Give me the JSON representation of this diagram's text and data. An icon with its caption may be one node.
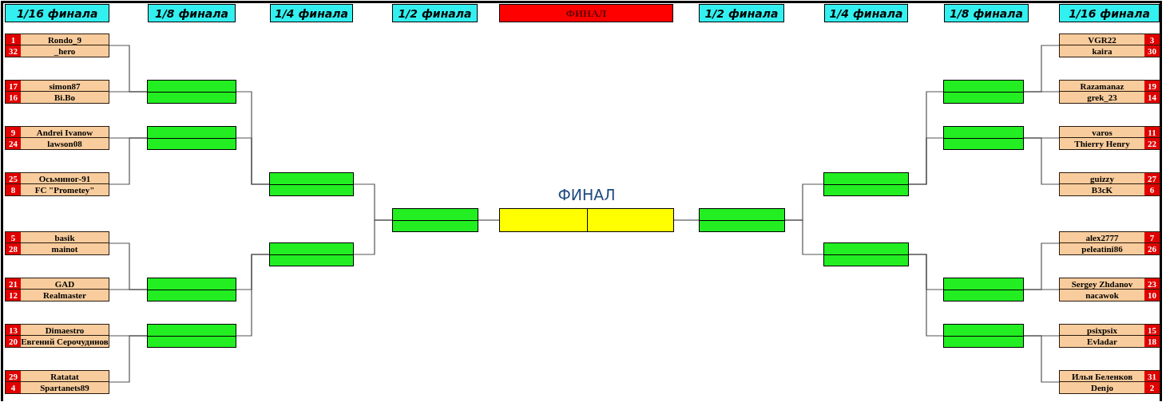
{
  "diagram": {
    "nodes": [
      {
        "text": [
          "1",
          "Rondo_9",
          "32",
          "_hero"
        ]
      },
      {
        "text": [
          "17",
          "simon87",
          "16",
          "Bi.Bo"
        ]
      },
      {
        "text": [
          "9",
          "Andrei Ivanow",
          "24",
          "lawson08"
        ]
      },
      {
        "text": [
          "25",
          "Осьминог-91",
          "8",
          "FC \"Prometey\""
        ]
      },
      {
        "text": [
          "5",
          "basik",
          "28",
          "mainot"
        ]
      },
      {
        "text": [
          "21",
          "GAD",
          "12",
          "Realmaster"
        ]
      },
      {
        "text": [
          "13",
          "Dimaestro",
          "20",
          "Евгений Серочудинов"
        ]
      },
      {
        "text": [
          "29",
          "Ratatat",
          "4",
          "Spartanets89"
        ]
      },
      {
        "text": [],
        "shape": "box"
      },
      {
        "text": [],
        "shape": "box"
      },
      {
        "text": [],
        "shape": "box"
      },
      {
        "text": [],
        "shape": "box"
      },
      {
        "text": [],
        "shape": "box"
      },
      {
        "text": [],
        "shape": "box"
      },
      {
        "text": [],
        "shape": "box"
      },
      {
        "text": [
          "ФИНАЛ"
        ]
      },
      {
        "text": [],
        "shape": "box"
      },
      {
        "text": [],
        "shape": "box"
      },
      {
        "text": [],
        "shape": "box"
      },
      {
        "text": [],
        "shape": "box"
      },
      {
        "text": [],
        "shape": "box"
      },
      {
        "text": [],
        "shape": "box"
      },
      {
        "text": [],
        "shape": "box"
      },
      {
        "text": [
          "VGR22",
          "3",
          "kaira",
          "30"
        ]
      },
      {
        "text": [
          "Razamanaz",
          "19",
          "grek_23",
          "14"
        ]
      },
      {
        "text": [
          "varos",
          "11",
          "Thierry Henry",
          "22"
        ]
      },
      {
        "text": [
          "guizzy",
          "27",
          "B3cK",
          "6"
        ]
      },
      {
        "text": [
          "alex2777",
          "7",
          "peleatini86",
          "26"
        ]
      },
      {
        "text": [
          "Sergey Zhdanov",
          "23",
          "nacawok",
          "10"
        ]
      },
      {
        "text": [
          "psixpsix",
          "15",
          "Evladar",
          "18"
        ]
      },
      {
        "text": [
          "Илья Беленков",
          "31",
          "Denjo",
          "2"
        ]
      }
    ],
    "edges": [
      {
        "from": 0,
        "to": 8,
        "arrow": "none"
      },
      {
        "from": 1,
        "to": 8,
        "arrow": "none"
      },
      {
        "from": 2,
        "to": 9,
        "arrow": "none"
      },
      {
        "from": 3,
        "to": 9,
        "arrow": "none"
      },
      {
        "from": 4,
        "to": 10,
        "arrow": "none"
      },
      {
        "from": 5,
        "to": 10,
        "arrow": "none"
      },
      {
        "from": 6,
        "to": 11,
        "arrow": "none"
      },
      {
        "from": 7,
        "to": 11,
        "arrow": "none"
      },
      {
        "from": 8,
        "to": 12,
        "arrow": "none"
      },
      {
        "from": 9,
        "to": 12,
        "arrow": "none"
      },
      {
        "from": 10,
        "to": 13,
        "arrow": "none"
      },
      {
        "from": 11,
        "to": 13,
        "arrow": "none"
      },
      {
        "from": 12,
        "to": 14,
        "arrow": "none"
      },
      {
        "from": 13,
        "to": 14,
        "arrow": "none"
      },
      {
        "from": 14,
        "to": 15,
        "arrow": "none"
      },
      {
        "from": 16,
        "to": 15,
        "arrow": "none"
      },
      {
        "from": 17,
        "to": 16,
        "arrow": "none"
      },
      {
        "from": 18,
        "to": 16,
        "arrow": "none"
      },
      {
        "from": 19,
        "to": 17,
        "arrow": "none"
      },
      {
        "from": 20,
        "to": 17,
        "arrow": "none"
      },
      {
        "from": 21,
        "to": 18,
        "arrow": "none"
      },
      {
        "from": 22,
        "to": 18,
        "arrow": "none"
      },
      {
        "from": 23,
        "to": 19,
        "arrow": "none"
      },
      {
        "from": 24,
        "to": 19,
        "arrow": "none"
      },
      {
        "from": 25,
        "to": 20,
        "arrow": "none"
      },
      {
        "from": 26,
        "to": 20,
        "arrow": "none"
      },
      {
        "from": 27,
        "to": 21,
        "arrow": "none"
      },
      {
        "from": 28,
        "to": 21,
        "arrow": "none"
      },
      {
        "from": 29,
        "to": 22,
        "arrow": "none"
      },
      {
        "from": 30,
        "to": 22,
        "arrow": "none"
      }
    ],
    "labels": [
      "1/16 финала",
      "1/8 финала",
      "1/4 финала",
      "1/2 финала",
      "ФИНАЛ",
      "1/2 финала",
      "1/4 финала",
      "1/8 финала",
      "1/16 финала"
    ]
  }
}
